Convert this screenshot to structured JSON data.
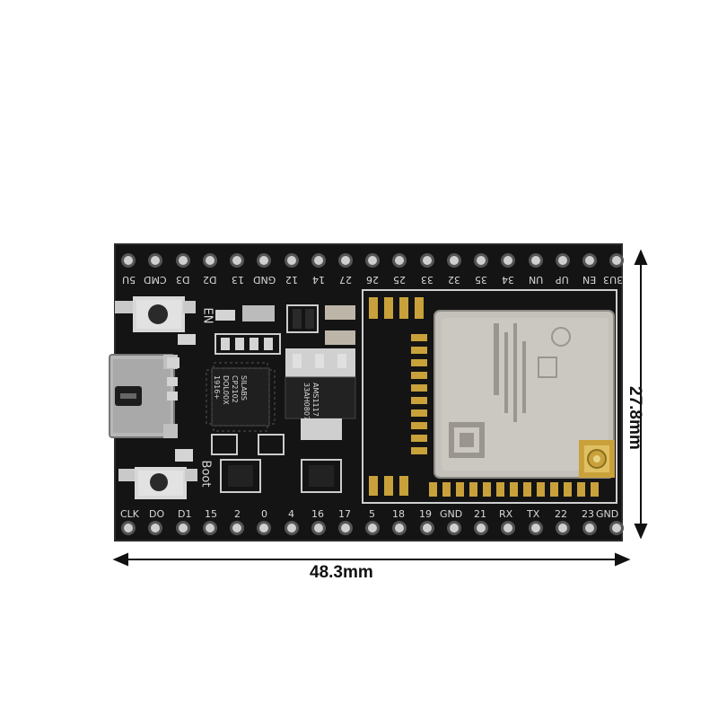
{
  "dimensions": {
    "width_label": "48.3mm",
    "height_label": "27.8mm"
  },
  "top_pins": [
    "3U3",
    "EN",
    "UP",
    "UN",
    "34",
    "35",
    "32",
    "33",
    "25",
    "26",
    "27",
    "14",
    "12",
    "GND",
    "13",
    "D2",
    "D3",
    "CMD",
    "5U"
  ],
  "bottom_pins": [
    "CLK",
    "DO",
    "D1",
    "15",
    "2",
    "0",
    "4",
    "16",
    "17",
    "5",
    "18",
    "19",
    "GND",
    "21",
    "RX",
    "TX",
    "22",
    "23",
    "GND"
  ],
  "buttons": {
    "en_label": "EN",
    "boot_label": "Boot"
  },
  "chips": {
    "usb_uart": [
      "SILABS",
      "CP2102",
      "DOL00X",
      "1916+"
    ],
    "regulator": [
      "AMS1117",
      "33AH0807"
    ]
  },
  "colors": {
    "board": "#121212",
    "silkscreen": "#d9d9d9",
    "shield": "#c4c0ba",
    "gold": "#c9a13b"
  }
}
